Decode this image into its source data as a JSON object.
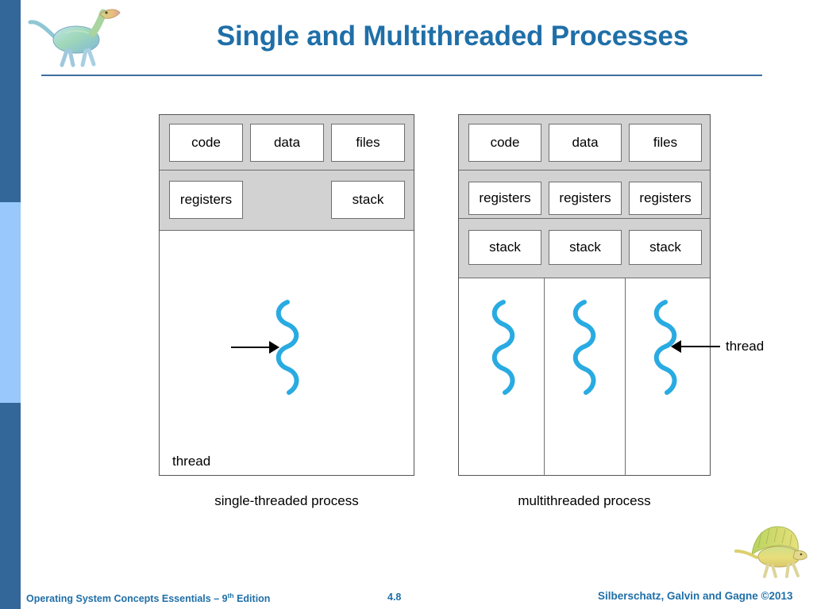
{
  "slide": {
    "title": "Single and Multithreaded Processes",
    "accent_color": "#1F6FA8",
    "sidebar_dark_color": "#336699",
    "sidebar_light_color": "#99C8FC",
    "thread_color": "#29ABE2",
    "panel_gray": "#D2D2D2"
  },
  "logos": {
    "header_dinosaur": "dinosaur-logo",
    "footer_dinosaur": "dinosaur-logo"
  },
  "diagrams": {
    "single": {
      "caption": "single-threaded process",
      "top_row": [
        "code",
        "data",
        "files"
      ],
      "second_row": [
        "registers",
        "stack"
      ],
      "thread_label": "thread",
      "thread_count": 1
    },
    "multi": {
      "caption": "multithreaded process",
      "top_row": [
        "code",
        "data",
        "files"
      ],
      "registers_row": [
        "registers",
        "registers",
        "registers"
      ],
      "stack_row": [
        "stack",
        "stack",
        "stack"
      ],
      "thread_label": "thread",
      "thread_count": 3
    }
  },
  "footer": {
    "book": "Operating System Concepts Essentials – 9",
    "edition_sup": "th",
    "edition_rest": " Edition",
    "page": "4.8",
    "copyright": "Silberschatz, Galvin and Gagne ©2013"
  }
}
